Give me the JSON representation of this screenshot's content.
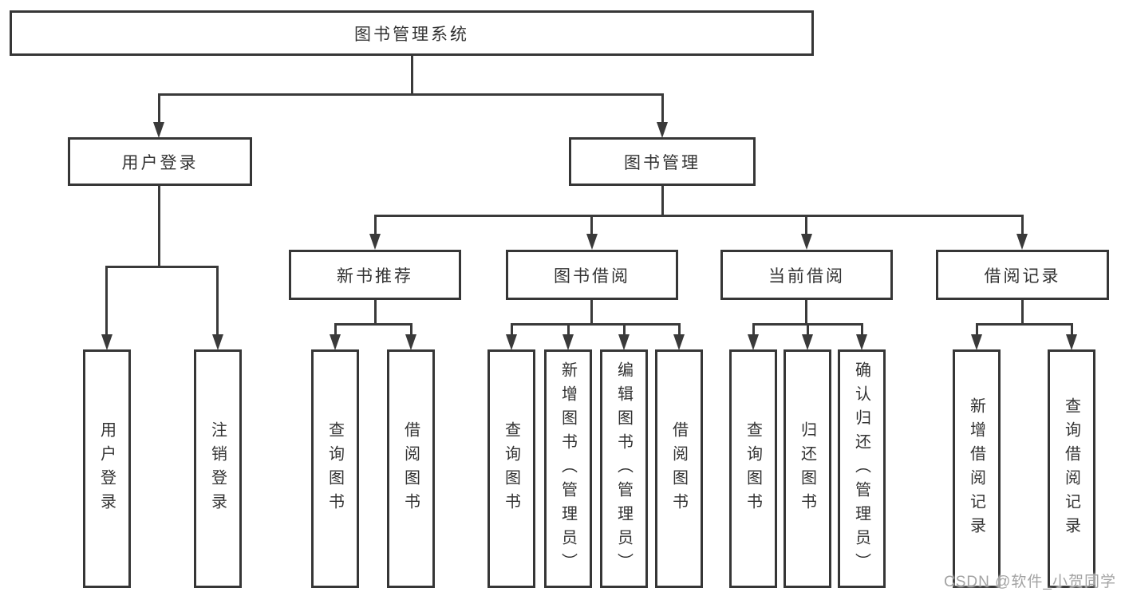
{
  "diagram": {
    "type": "hierarchy-tree",
    "tree": {
      "root": {
        "label": "图书管理系统"
      },
      "branches": [
        {
          "label": "用户登录",
          "children": [
            {
              "label": "用户登录"
            },
            {
              "label": "注销登录"
            }
          ]
        },
        {
          "label": "图书管理",
          "children": [
            {
              "label": "新书推荐",
              "children": [
                {
                  "label": "查询图书"
                },
                {
                  "label": "借阅图书"
                }
              ]
            },
            {
              "label": "图书借阅",
              "children": [
                {
                  "label": "查询图书"
                },
                {
                  "label": "新增图书（管理员）"
                },
                {
                  "label": "编辑图书（管理员）"
                },
                {
                  "label": "借阅图书"
                }
              ]
            },
            {
              "label": "当前借阅",
              "children": [
                {
                  "label": "查询图书"
                },
                {
                  "label": "归还图书"
                },
                {
                  "label": "确认归还（管理员）"
                }
              ]
            },
            {
              "label": "借阅记录",
              "children": [
                {
                  "label": "新增借阅记录"
                },
                {
                  "label": "查询借阅记录"
                }
              ]
            }
          ]
        }
      ]
    },
    "colors": {
      "line": "#3a3a3a",
      "box_border": "#363636",
      "text": "#333333",
      "watermark": "#a3a3a3",
      "background": "#ffffff"
    }
  },
  "watermark": {
    "text": "CSDN @软件_小贺同学"
  }
}
